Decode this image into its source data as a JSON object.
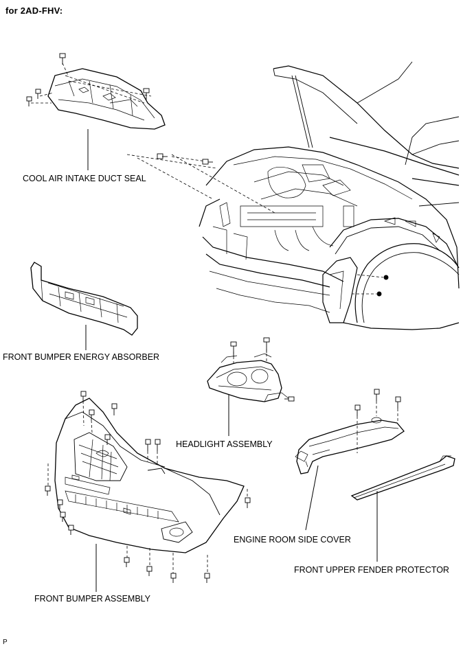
{
  "header": {
    "title": "for 2AD-FHV:",
    "code": "P"
  },
  "labels": {
    "cool_air_intake_duct_seal": "COOL AIR INTAKE DUCT SEAL",
    "front_bumper_energy_absorber": "FRONT BUMPER ENERGY ABSORBER",
    "headlight_assembly": "HEADLIGHT ASSEMBLY",
    "engine_room_side_cover": "ENGINE ROOM SIDE COVER",
    "front_upper_fender_protector": "FRONT UPPER FENDER PROTECTOR",
    "front_bumper_assembly": "FRONT BUMPER ASSEMBLY"
  }
}
